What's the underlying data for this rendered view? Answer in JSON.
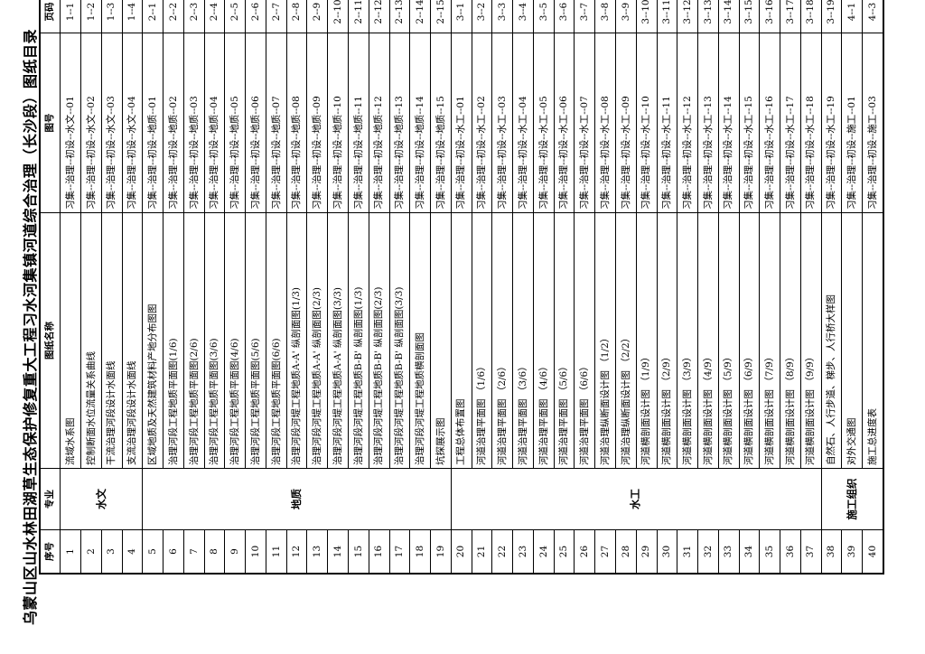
{
  "title": "乌蒙山区山水林田湖草生态保护修复重大工程习水河集镇河道综合治理（长沙段）图纸目录",
  "headers": {
    "no": "序号",
    "specialty": "专业",
    "name": "图纸名称",
    "code": "图号",
    "page": "页码"
  },
  "groups": [
    {
      "label": "水文",
      "start": 1,
      "span": 4
    },
    {
      "label": "地质",
      "start": 5,
      "span": 15
    },
    {
      "label": "水工",
      "start": 20,
      "span": 18
    },
    {
      "label": "施工组织",
      "start": 38,
      "span": 3
    }
  ],
  "rows": [
    {
      "no": "1",
      "name": "流域水系图",
      "code": "习集--治理--初设--水文--01",
      "page": "1--1"
    },
    {
      "no": "2",
      "name": "控制断面水位流量关系曲线",
      "code": "习集--治理--初设--水文--02",
      "page": "1--2"
    },
    {
      "no": "3",
      "name": "干流治理河段设计水面线",
      "code": "习集--治理--初设--水文--03",
      "page": "1--3"
    },
    {
      "no": "4",
      "name": "支流治理河段设计水面线",
      "code": "习集--治理--初设--水文--04",
      "page": "1--4"
    },
    {
      "no": "5",
      "name": "区域地质及天然建筑材料产地分布图图",
      "code": "习集--治理--初设--地质--01",
      "page": "2--1"
    },
    {
      "no": "6",
      "name": "治理河段工程地质平面图(1/6)",
      "code": "习集--治理--初设--地质--02",
      "page": "2--2"
    },
    {
      "no": "7",
      "name": "治理河段工程地质平面图(2/6)",
      "code": "习集--治理--初设--地质--03",
      "page": "2--3"
    },
    {
      "no": "8",
      "name": "治理河段工程地质平面图(3/6)",
      "code": "习集--治理--初设--地质--04",
      "page": "2--4"
    },
    {
      "no": "9",
      "name": "治理河段工程地质平面图(4/6)",
      "code": "习集--治理--初设--地质--05",
      "page": "2--5"
    },
    {
      "no": "10",
      "name": "治理河段工程地质平面图(5/6)",
      "code": "习集--治理--初设--地质--06",
      "page": "2--6"
    },
    {
      "no": "11",
      "name": "治理河段工程地质平面图(6/6)",
      "code": "习集--治理--初设--地质--07",
      "page": "2--7"
    },
    {
      "no": "12",
      "name": "治理河段河堤工程地质A-A' 纵剖面图(1/3)",
      "code": "习集--治理--初设--地质--08",
      "page": "2--8"
    },
    {
      "no": "13",
      "name": "治理河段河堤工程地质A-A' 纵剖面图(2/3)",
      "code": "习集--治理--初设--地质--09",
      "page": "2--9"
    },
    {
      "no": "14",
      "name": "治理河段河堤工程地质A-A' 纵剖面图(3/3)",
      "code": "习集--治理--初设--地质--10",
      "page": "2--10"
    },
    {
      "no": "15",
      "name": "治理河段河堤工程地质B-B' 纵剖面图(1/3)",
      "code": "习集--治理--初设--地质--11",
      "page": "2--11"
    },
    {
      "no": "16",
      "name": "治理河段河堤工程地质B-B' 纵剖面图(2/3)",
      "code": "习集--治理--初设--地质--12",
      "page": "2--12"
    },
    {
      "no": "17",
      "name": "治理河段河堤工程地质B-B' 纵剖面图(3/3)",
      "code": "习集--治理--初设--地质--13",
      "page": "2--13"
    },
    {
      "no": "18",
      "name": "治理河段河堤工程地质横剖面图",
      "code": "习集--治理--初设--地质--14",
      "page": "2--14"
    },
    {
      "no": "19",
      "name": "坑探展示图",
      "code": "习集--治理--初设--地质--15",
      "page": "2--15"
    },
    {
      "no": "20",
      "name": "工程总体布置图",
      "code": "习集--治理--初设--水工--01",
      "page": "3--1"
    },
    {
      "no": "21",
      "name": "河道治理平面图 （1/6）",
      "code": "习集--治理--初设--水工--02",
      "page": "3--2"
    },
    {
      "no": "22",
      "name": "河道治理平面图 （2/6）",
      "code": "习集--治理--初设--水工--03",
      "page": "3--3"
    },
    {
      "no": "23",
      "name": "河道治理平面图 （3/6）",
      "code": "习集--治理--初设--水工--04",
      "page": "3--4"
    },
    {
      "no": "24",
      "name": "河道治理平面图 （4/6）",
      "code": "习集--治理--初设--水工--05",
      "page": "3--5"
    },
    {
      "no": "25",
      "name": "河道治理平面图 （5/6）",
      "code": "习集--治理--初设--水工--06",
      "page": "3--6"
    },
    {
      "no": "26",
      "name": "河道治理平面图 （6/6）",
      "code": "习集--治理--初设--水工--07",
      "page": "3--7"
    },
    {
      "no": "27",
      "name": "河道治理纵断面设计图 （1/2）",
      "code": "习集--治理--初设--水工--08",
      "page": "3--8"
    },
    {
      "no": "28",
      "name": "河道治理纵断面设计图 （2/2）",
      "code": "习集--治理--初设--水工--09",
      "page": "3--9"
    },
    {
      "no": "29",
      "name": "河道横剖面设计图 （1/9）",
      "code": "习集--治理--初设--水工--10",
      "page": "3--10"
    },
    {
      "no": "30",
      "name": "河道横剖面设计图 （2/9）",
      "code": "习集--治理--初设--水工--11",
      "page": "3--11"
    },
    {
      "no": "31",
      "name": "河道横剖面设计图 （3/9）",
      "code": "习集--治理--初设--水工--12",
      "page": "3--12"
    },
    {
      "no": "32",
      "name": "河道横剖面设计图 （4/9）",
      "code": "习集--治理--初设--水工--13",
      "page": "3--13"
    },
    {
      "no": "33",
      "name": "河道横剖面设计图 （5/9）",
      "code": "习集--治理--初设--水工--14",
      "page": "3--14"
    },
    {
      "no": "34",
      "name": "河道横剖面设计图 （6/9）",
      "code": "习集--治理--初设--水工--15",
      "page": "3--15"
    },
    {
      "no": "35",
      "name": "河道横剖面设计图 （7/9）",
      "code": "习集--治理--初设--水工--16",
      "page": "3--16"
    },
    {
      "no": "36",
      "name": "河道横剖面设计图 （8/9）",
      "code": "习集--治理--初设--水工--17",
      "page": "3--17"
    },
    {
      "no": "37",
      "name": "河道横剖面设计图 （9/9）",
      "code": "习集--治理--初设--水工--18",
      "page": "3--18"
    },
    {
      "no": "38",
      "name": "自然石、人行步道、梯步、人行桥大样图",
      "code": "习集--治理--初设--水工--19",
      "page": "3--19"
    },
    {
      "no": "39",
      "name": "对外交通图",
      "code": "习集--治理--初设--施工--01",
      "page": "4--1"
    },
    {
      "no": "40",
      "name": "施工总进度表",
      "code": "习集--治理--初设--施工--03",
      "page": "4--3"
    }
  ]
}
